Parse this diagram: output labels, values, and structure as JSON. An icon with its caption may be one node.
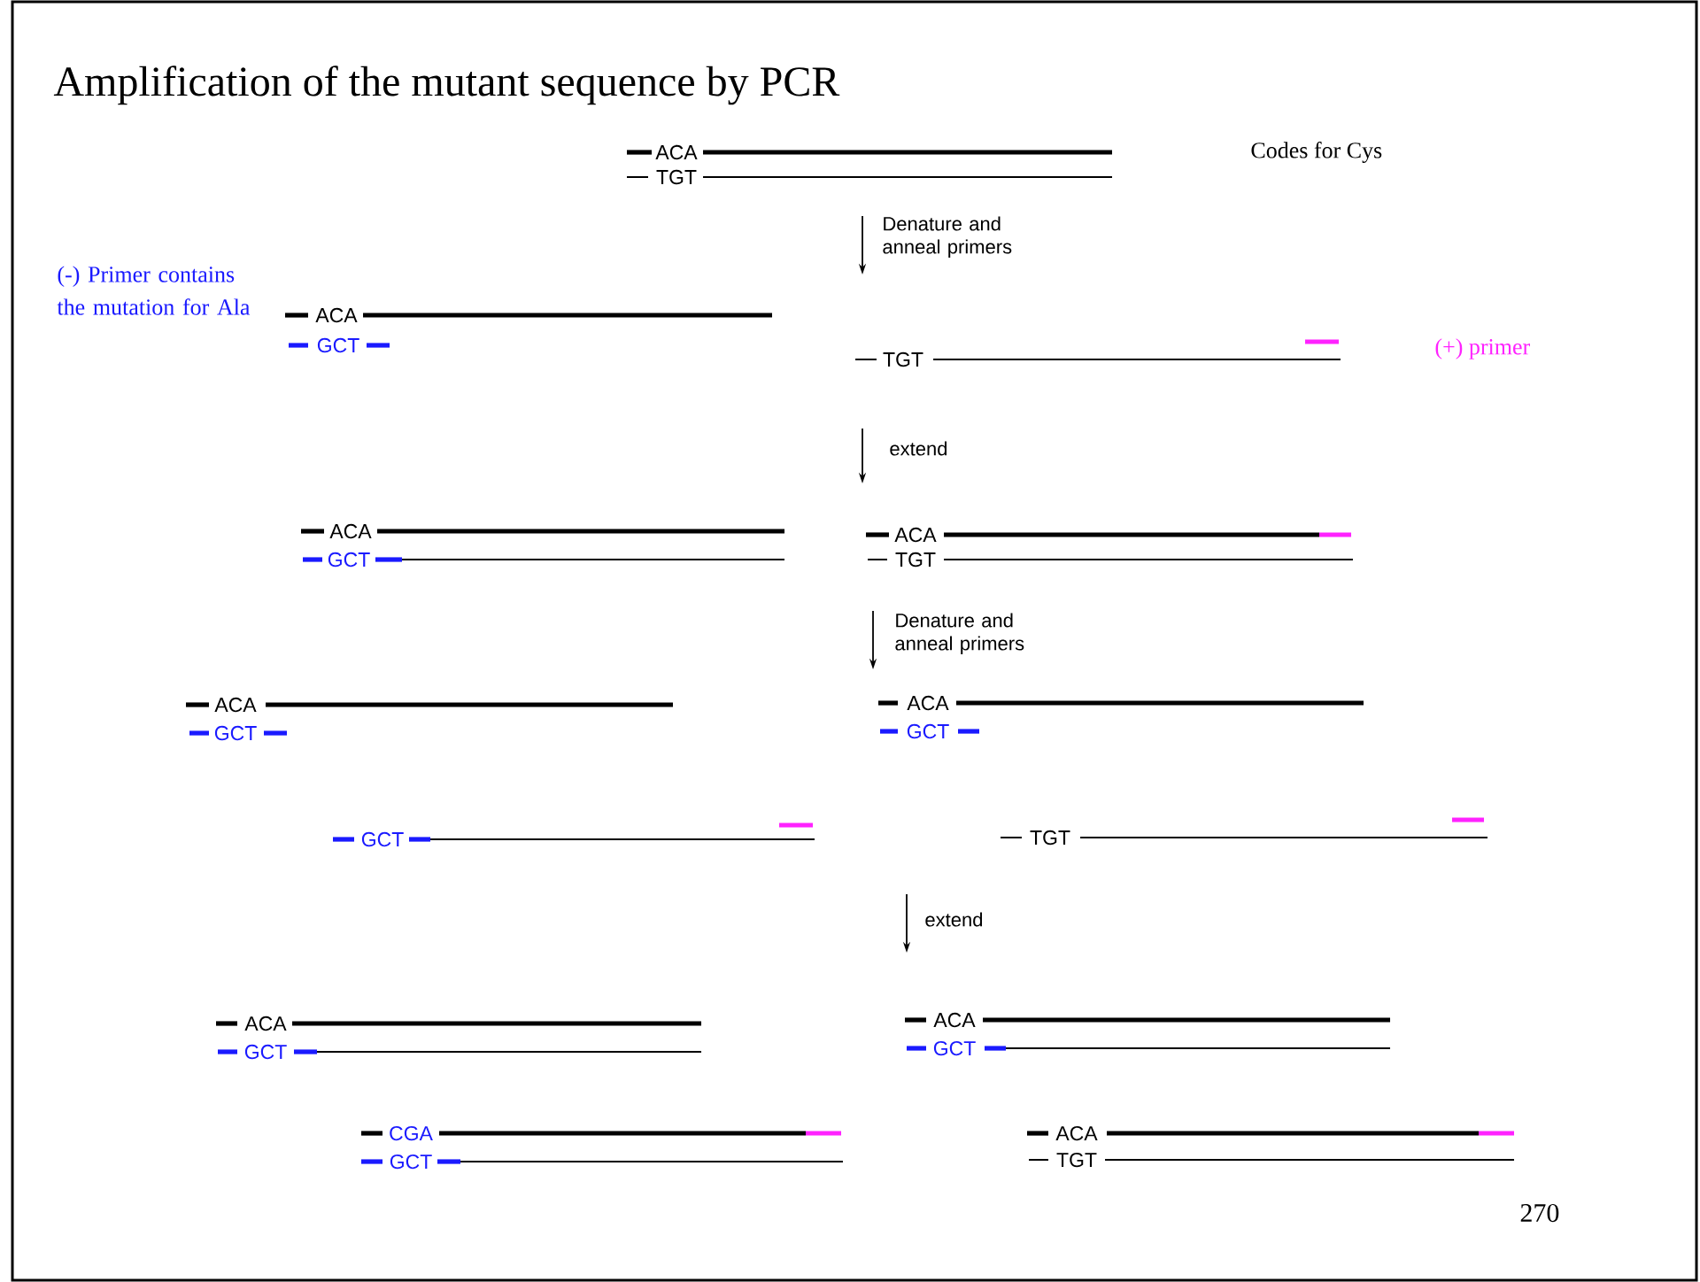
{
  "diagram": {
    "title": "Amplification of the mutant sequence by PCR",
    "labels": [
      "ACA",
      "Codes for Cys",
      "TGT",
      "Denature and anneal primers",
      "(-) Primer contains the mutation for Ala",
      "ACA",
      "GCT",
      "TGT",
      "(+) primer",
      "extend",
      "ACA",
      "ACA",
      "GCT",
      "TGT",
      "Denature and anneal primers",
      "ACA",
      "ACA",
      "GCT",
      "GCT",
      "GCT",
      "TGT",
      "extend",
      "ACA",
      "ACA",
      "GCT",
      "GCT",
      "CGA",
      "ACA",
      "GCT",
      "TGT",
      "270"
    ]
  }
}
